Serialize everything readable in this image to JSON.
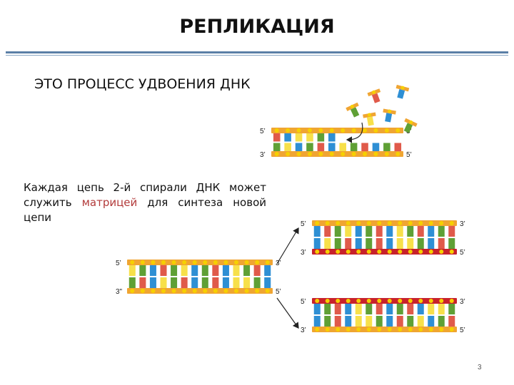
{
  "slide": {
    "title": "РЕПЛИКАЦИЯ",
    "subtitle": "ЭТО ПРОЦЕСС УДВОЕНИЯ ДНК",
    "note_before": "Каждая цепь 2-й спирали ДНК может служить ",
    "note_highlight": "матрицей",
    "note_after": " для синтеза новой цепи",
    "page_number": "3"
  },
  "labels": {
    "five_prime": "5’",
    "three_prime": "3’",
    "three_prime_alt": "3\""
  },
  "colors": {
    "backbone_orange": "#f0a532",
    "backbone_red": "#c8222b",
    "node_yellow": "#f6d000",
    "base_blue": "#2e8fd4",
    "base_green": "#5fa035",
    "base_red": "#e05a4a",
    "base_yellow": "#f7e04a"
  },
  "base_sequence": [
    "red",
    "blue",
    "yellow",
    "yellow",
    "green",
    "blue",
    "red",
    "green",
    "yellow",
    "blue",
    "green",
    "red",
    "blue",
    "yellow",
    "green",
    "red",
    "blue",
    "green"
  ],
  "free_nucleotides": [
    "red",
    "blue",
    "green",
    "blue",
    "yellow",
    "green"
  ]
}
